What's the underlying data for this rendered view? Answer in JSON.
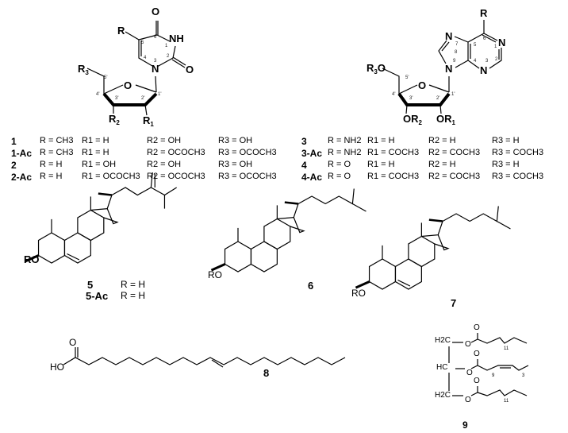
{
  "compound_1_2": {
    "atoms": {
      "O_top": "O",
      "NH": "NH",
      "O_right": "O",
      "N": "N",
      "R": "R",
      "R3": "R3",
      "O_ring": "O",
      "R2": "R2",
      "R1": "R1"
    },
    "numbering": [
      "6",
      "1",
      "5",
      "2",
      "4",
      "3",
      "5'",
      "4'",
      "3'",
      "2'",
      "1'"
    ],
    "rows": [
      {
        "label": "1",
        "R": "R = CH3",
        "R1": "R1 = H",
        "R2": "R2 = OH",
        "R3": "R3 = OH"
      },
      {
        "label": "1-Ac",
        "R": "R = CH3",
        "R1": "R1 = H",
        "R2": "R2 = OCOCH3",
        "R3": "R3 = OCOCH3"
      },
      {
        "label": "2",
        "R": "R = H",
        "R1": "R1 = OH",
        "R2": "R2 = OH",
        "R3": "R3 = OH"
      },
      {
        "label": "2-Ac",
        "R": "R = H",
        "R1": "R1 = OCOCH3",
        "R2": "R2 = OCOCH3",
        "R3": "R3 = OCOCH3"
      }
    ]
  },
  "compound_3_4": {
    "atoms": {
      "R": "R",
      "N1": "N",
      "N3": "N",
      "N7": "N",
      "N9": "N",
      "R3O": "R3O",
      "O_ring": "O",
      "OR2": "OR2",
      "OR1": "OR1"
    },
    "numbering": [
      "6",
      "1",
      "5",
      "7",
      "8",
      "2",
      "9",
      "4",
      "3",
      "5'",
      "4'",
      "3'",
      "2'",
      "1'"
    ],
    "rows": [
      {
        "label": "3",
        "R": "R = NH2",
        "R1": "R1 = H",
        "R2": "R2 = H",
        "R3": "R3 = H"
      },
      {
        "label": "3-Ac",
        "R": "R = NH2",
        "R1": "R1 = COCH3",
        "R2": "R2 = COCH3",
        "R3": "R3 = COCH3"
      },
      {
        "label": "4",
        "R": "R = O",
        "R1": "R1 = H",
        "R2": "R2 = H",
        "R3": "R3 = H"
      },
      {
        "label": "4-Ac",
        "R": "R = O",
        "R1": "R1 = COCH3",
        "R2": "R2 = COCH3",
        "R3": "R3 = COCH3"
      }
    ]
  },
  "compound_5": {
    "label": "5",
    "label_ac": "5-Ac",
    "ro": "RO",
    "r": "R = H",
    "r_ac": "R = H"
  },
  "compound_6": {
    "label": "6",
    "ro": "RO"
  },
  "compound_7": {
    "label": "7",
    "ro": "RO"
  },
  "compound_8": {
    "label": "8",
    "ho": "HO",
    "o": "O"
  },
  "compound_9": {
    "label": "9",
    "h2c_top": "H2C",
    "hc": "HC",
    "h2c_bottom": "H2C",
    "o1": "O",
    "o2": "O",
    "o3": "O",
    "n1": "11",
    "n2": "9",
    "n3": "3",
    "n4": "11"
  }
}
